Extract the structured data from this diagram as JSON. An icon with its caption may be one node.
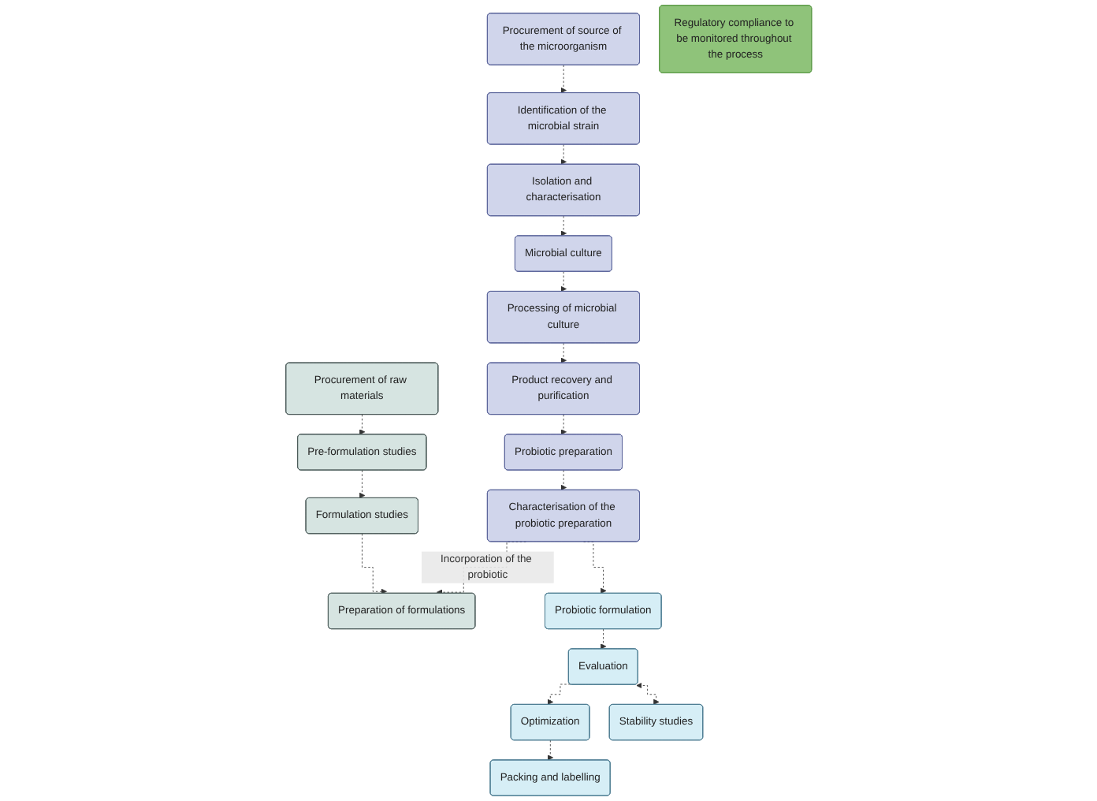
{
  "diagram": {
    "nodes": [
      {
        "text": [
          "Procurement of source of the microorganism"
        ]
      },
      {
        "text": [
          "Identification of the microbial strain"
        ]
      },
      {
        "text": [
          "Isolation and characterisation"
        ]
      },
      {
        "text": [
          "Microbial culture"
        ]
      },
      {
        "text": [
          "Processing of microbial culture"
        ]
      },
      {
        "text": [
          "Product recovery and purification"
        ]
      },
      {
        "text": [
          "Probiotic preparation"
        ]
      },
      {
        "text": [
          "Characterisation of the probiotic preparation"
        ]
      },
      {
        "text": [
          "Procurement of raw materials"
        ]
      },
      {
        "text": [
          "Pre-formulation studies"
        ]
      },
      {
        "text": [
          "Formulation studies"
        ]
      },
      {
        "text": [
          "Preparation of formulations"
        ]
      },
      {
        "text": [
          "Probiotic formulation"
        ]
      },
      {
        "text": [
          "Evaluation"
        ]
      },
      {
        "text": [
          "Optimization"
        ]
      },
      {
        "text": [
          "Packing and labelling"
        ]
      },
      {
        "text": [
          "Stability studies"
        ]
      },
      {
        "text": [
          "Regulatory compliance to be monitored throughout the process"
        ]
      }
    ],
    "edges": [
      {
        "from": 0,
        "to": 1,
        "arrow": "to",
        "style": "dashed"
      },
      {
        "from": 1,
        "to": 2,
        "arrow": "to",
        "style": "dashed"
      },
      {
        "from": 2,
        "to": 3,
        "arrow": "to",
        "style": "dashed"
      },
      {
        "from": 3,
        "to": 4,
        "arrow": "to",
        "style": "dashed"
      },
      {
        "from": 4,
        "to": 5,
        "arrow": "to",
        "style": "dashed"
      },
      {
        "from": 5,
        "to": 6,
        "arrow": "to",
        "style": "dashed"
      },
      {
        "from": 6,
        "to": 7,
        "arrow": "to",
        "style": "dashed"
      },
      {
        "from": 8,
        "to": 9,
        "arrow": "to",
        "style": "dashed"
      },
      {
        "from": 9,
        "to": 10,
        "arrow": "to",
        "style": "dashed"
      },
      {
        "from": 10,
        "to": 11,
        "arrow": "to",
        "style": "dashed"
      },
      {
        "from": 7,
        "to": 11,
        "arrow": "to",
        "style": "dashed",
        "label": "Incorporation of the probiotic"
      },
      {
        "from": 7,
        "to": 12,
        "arrow": "to",
        "style": "dashed"
      },
      {
        "from": 12,
        "to": 13,
        "arrow": "to",
        "style": "dashed"
      },
      {
        "from": 13,
        "to": 14,
        "arrow": "to",
        "style": "dashed"
      },
      {
        "from": 14,
        "to": 15,
        "arrow": "to",
        "style": "dashed"
      },
      {
        "from": 13,
        "to": 16,
        "arrow": "both",
        "style": "dashed"
      }
    ]
  }
}
